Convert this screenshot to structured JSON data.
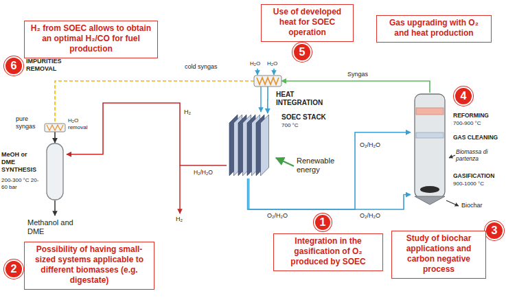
{
  "diagram": {
    "nodes": [
      {
        "text": [
          "H₂ from SOEC allows to obtain an optimal H₂/CO for fuel production"
        ]
      },
      {
        "text": [
          "6"
        ]
      },
      {
        "text": [
          "Use of developed heat for SOEC operation"
        ]
      },
      {
        "text": [
          "5"
        ]
      },
      {
        "text": [
          "Gas upgrading with O₂ and heat production"
        ]
      },
      {
        "text": [
          "4"
        ]
      },
      {
        "text": [
          "HEAT INTEGRATION"
        ]
      },
      {
        "text": [
          "SOEC STACK",
          "700 °C"
        ]
      },
      {
        "text": [
          "REFORMING",
          "700-900 °C",
          "GAS CLEANING",
          "GASIFICATION",
          "900-1000 °C"
        ]
      },
      {
        "text": [
          "H₂O removal"
        ]
      },
      {
        "text": [
          "MeOH or DME SYNTHESIS",
          "200-300 °C 20-60 bar"
        ]
      },
      {
        "text": [
          "Possibility of having small-sized systems applicable to different biomasses (e.g. digestate)"
        ]
      },
      {
        "text": [
          "2"
        ]
      },
      {
        "text": [
          "1"
        ]
      },
      {
        "text": [
          "Integration in the gasification of O₂ produced by SOEC"
        ]
      },
      {
        "text": [
          "3"
        ]
      },
      {
        "text": [
          "Study of biochar applications and carbon negative process"
        ]
      }
    ],
    "edges": [
      {
        "from": 8,
        "to": 6,
        "label": "Syngas",
        "arrow": "to"
      },
      {
        "from": 6,
        "to": 7,
        "arrow": "to"
      },
      {
        "from": 6,
        "to": 9,
        "label": "cold syngas",
        "arrow": "none"
      },
      {
        "from": 9,
        "to": 10,
        "label": "pure syngas",
        "arrow": "to"
      },
      {
        "from": 7,
        "to": 10,
        "label": "H₂",
        "arrow": "to"
      },
      {
        "from": 7,
        "to": 8,
        "label": "O₂/H₂O",
        "arrow": "to"
      },
      {
        "from": 7,
        "to": 8,
        "label": "O₂/H₂O",
        "arrow": "to"
      }
    ],
    "labels": [
      "IMPURITIES REMOVAL",
      "H₂O",
      "H₂O",
      "H₂/H₂O",
      "Renewable energy",
      "O₂/H₂O",
      "Biomassa di partenza",
      "Biochar",
      "Methanol and DME",
      "H₂"
    ]
  }
}
